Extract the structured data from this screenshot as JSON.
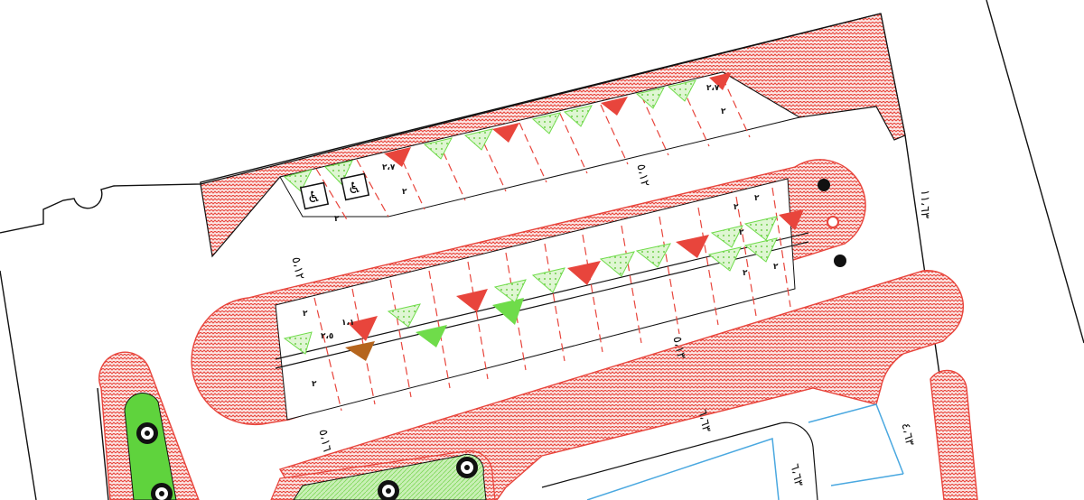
{
  "plan": {
    "dimensions": {
      "top_row_depth": "٥،١٢",
      "left_road_width": "٥،١٢",
      "middle_row_depth": "٥،١٣",
      "lower_road_width": "٥،١٦",
      "right_road_width": "١١،٦٣",
      "lower_block_a": "٦،٦٣",
      "lower_block_b": "٦،٦٣",
      "lower_block_c": "٤،٦٣"
    },
    "stall_width_label": "٢",
    "stall_width_label_b": "٢،٧",
    "stall_width_label_c": "٢،٥",
    "stall_width_label_d": "١،١",
    "accessible_symbol": "♿",
    "colors": {
      "curb_hatch": "#e8453c",
      "stall_line": "#e8453c",
      "green_triangle": "#6fdc4a",
      "green_hatch": "#8ee06a",
      "tree_planter": "#5fd33d",
      "brown_triangle": "#b5651d",
      "outline": "#111111",
      "blue_outline": "#4aa8e0"
    }
  }
}
